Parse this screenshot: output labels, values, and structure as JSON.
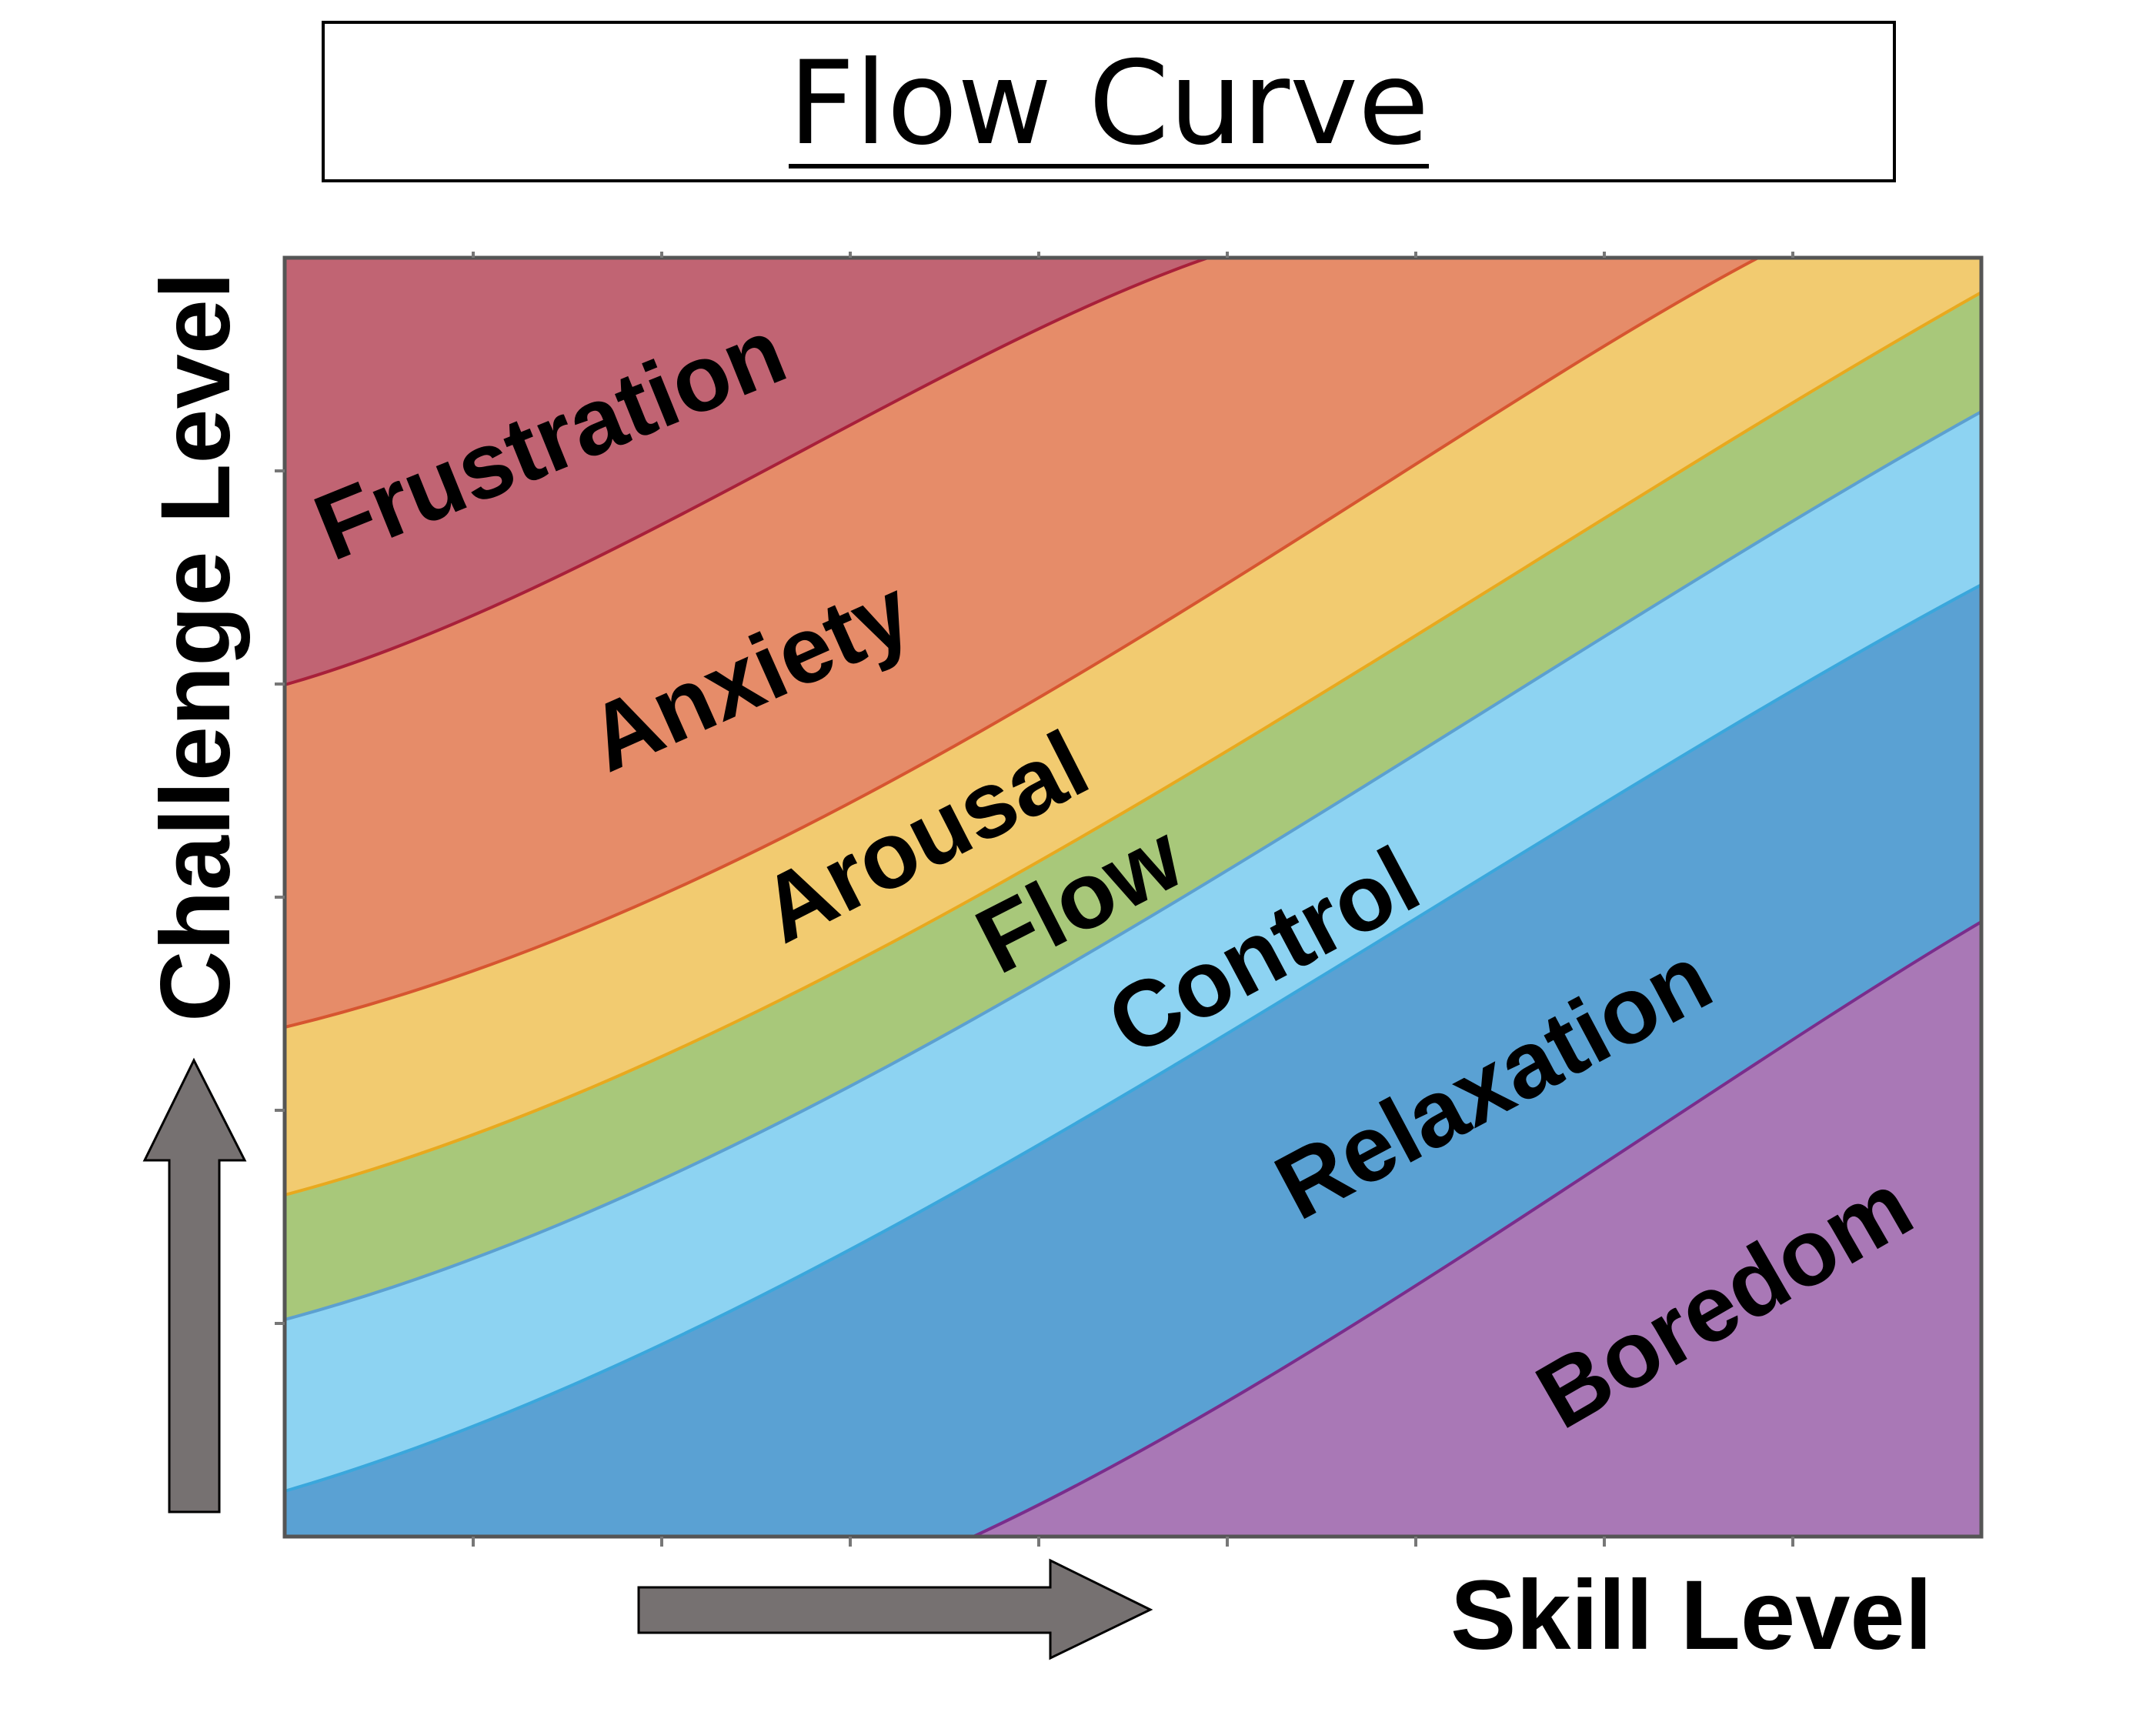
{
  "title": "Flow Curve",
  "axes": {
    "x_label": "Skill Level",
    "y_label": "Challenge Level"
  },
  "zones": [
    {
      "id": "frustration",
      "label": "Frustration",
      "color": "#c16473",
      "line": "#a8203a"
    },
    {
      "id": "anxiety",
      "label": "Anxiety",
      "color": "#e68c69",
      "line": "#d65530"
    },
    {
      "id": "arousal",
      "label": "Arousal",
      "color": "#f2cb70",
      "line": "#e8a91e"
    },
    {
      "id": "flow",
      "label": "Flow",
      "color": "#a8c87a",
      "line": "#5ca0d0"
    },
    {
      "id": "control",
      "label": "Control",
      "color": "#8dd3f2",
      "line": "#3aa7dc"
    },
    {
      "id": "relaxation",
      "label": "Relaxation",
      "color": "#5aa1d3",
      "line": "#1f6fb0"
    },
    {
      "id": "boredom",
      "label": "Boredom",
      "color": "#a978b6",
      "line": "#7a2d8c"
    }
  ],
  "arrow_color": "#767171"
}
